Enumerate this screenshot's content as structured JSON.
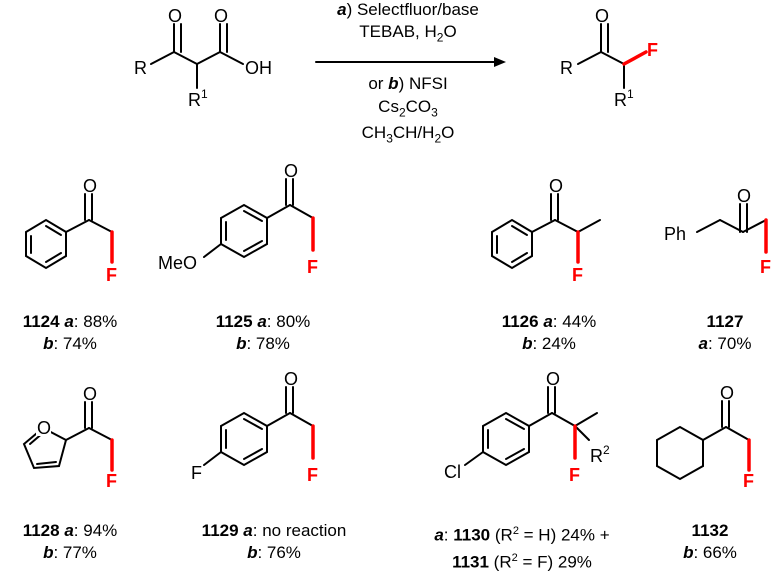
{
  "colors": {
    "bond": "#000000",
    "fluorine": "#ff0000"
  },
  "reaction": {
    "conditions_a_tag": "a",
    "conditions_a_reagent": ") Selectfluor/base",
    "conditions_a_line2": "TEBAB, H",
    "conditions_a_line2_sub": "2",
    "conditions_a_line2_end": "O",
    "conditions_or": "or ",
    "conditions_b_tag": "b",
    "conditions_b_reagent": ") NFSI",
    "conditions_b_line2_a": "Cs",
    "conditions_b_line2_sub1": "2",
    "conditions_b_line2_b": "CO",
    "conditions_b_line2_sub2": "3",
    "conditions_b_line3_a": "CH",
    "conditions_b_line3_sub1": "3",
    "conditions_b_line3_b": "CH/H",
    "conditions_b_line3_sub2": "2",
    "conditions_b_line3_c": "O"
  },
  "atoms": {
    "O": "O",
    "OH": "OH",
    "R": "R",
    "R1": "R",
    "R1_sup": "1",
    "F": "F",
    "MeO": "MeO",
    "Ph": "Ph",
    "Cl": "Cl",
    "R2": "R",
    "R2_sup": "2"
  },
  "products": [
    {
      "id": "1124",
      "line1_tag": "a",
      "line1_val": ": 88%",
      "line2_tag": "b",
      "line2_val": ": 74%"
    },
    {
      "id": "1125",
      "line1_tag": "a",
      "line1_val": ": 80%",
      "line2_tag": "b",
      "line2_val": ": 78%"
    },
    {
      "id": "1126",
      "line1_tag": "a",
      "line1_val": ": 44%",
      "line2_tag": "b",
      "line2_val": ": 24%"
    },
    {
      "id": "1127",
      "line2_tag": "a",
      "line2_val": ": 70%"
    },
    {
      "id": "1128",
      "line1_tag": "a",
      "line1_val": ": 94%",
      "line2_tag": "b",
      "line2_val": ": 77%"
    },
    {
      "id": "1129",
      "line1_tag": "a",
      "line1_val": ": no reaction",
      "line2_tag": "b",
      "line2_val": ": 76%"
    },
    {
      "id": "1130",
      "tag": "a",
      "text1": " (R",
      "sup1": "2",
      "text2": " = H) 24% +",
      "id2": "1131",
      "text3": " (R",
      "sup2": "2",
      "text4": " = F) 29%"
    },
    {
      "id": "1132",
      "line2_tag": "b",
      "line2_val": ": 66%"
    }
  ]
}
